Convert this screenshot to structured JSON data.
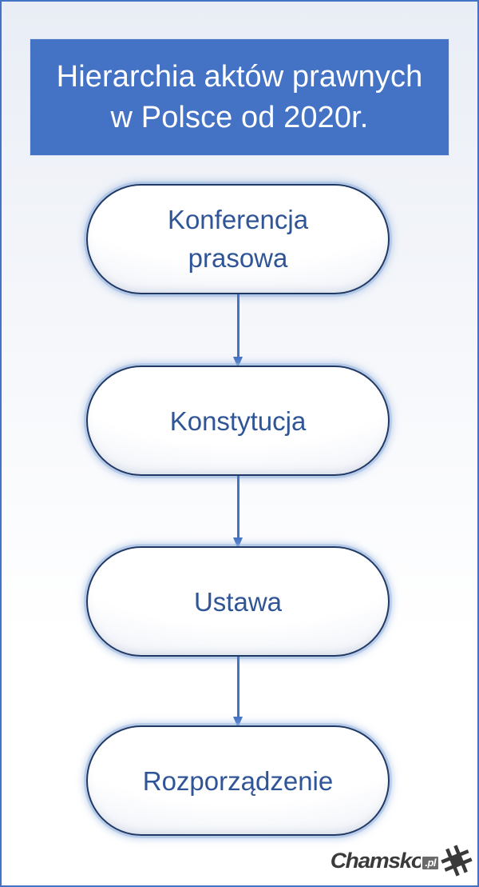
{
  "slide": {
    "background_top_color": "#e9edf5",
    "background_bottom_color": "#ffffff",
    "border_color": "#4472c4"
  },
  "title": {
    "banner_color": "#4472c4",
    "text_color": "#ffffff",
    "lines": [
      "Hierarchia aktów prawnych",
      "w Polsce od 2020r."
    ],
    "full_text": "Hierarchia aktów prawnych w Polsce od 2020r."
  },
  "flow": {
    "box_text_color": "#2f5597",
    "box_border_color": "#1f3864",
    "box_fill_color": "#ffffff",
    "arrow_color": "#4472c4",
    "steps": [
      {
        "label": "Konferencja\nprasowa",
        "lines": [
          "Konferencja",
          "prasowa"
        ]
      },
      {
        "label": "Konstytucja",
        "lines": [
          "Konstytucja"
        ]
      },
      {
        "label": "Ustawa",
        "lines": [
          "Ustawa"
        ]
      },
      {
        "label": "Rozporządzenie",
        "lines": [
          "Rozporządzenie"
        ]
      }
    ]
  },
  "watermark": {
    "name": "Chamsko",
    "tld": ".pl",
    "full_text": "Chamsko.pl"
  }
}
